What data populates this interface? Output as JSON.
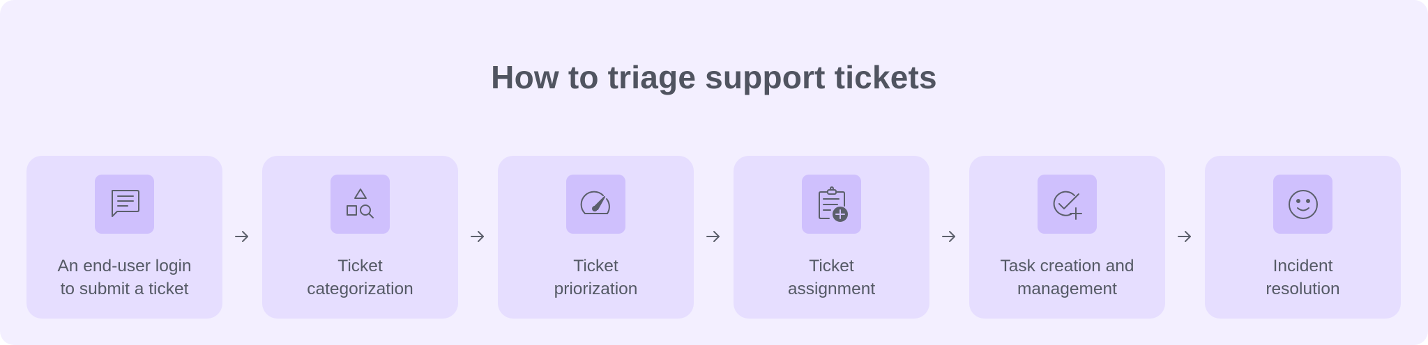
{
  "title": "How to triage support tickets",
  "steps": [
    {
      "label_line1": "An end-user login",
      "label_line2": "to submit a ticket",
      "icon": "chat-message-icon"
    },
    {
      "label_line1": "Ticket",
      "label_line2": "categorization",
      "icon": "shapes-search-icon"
    },
    {
      "label_line1": "Ticket",
      "label_line2": "priorization",
      "icon": "speedometer-icon"
    },
    {
      "label_line1": "Ticket",
      "label_line2": "assignment",
      "icon": "clipboard-add-icon"
    },
    {
      "label_line1": "Task creation and",
      "label_line2": "management",
      "icon": "check-circle-plus-icon"
    },
    {
      "label_line1": "Incident",
      "label_line2": "resolution",
      "icon": "smiley-face-icon"
    }
  ],
  "colors": {
    "background": "#f3efff",
    "card": "#e6deff",
    "icon_box": "#cfc0fd",
    "text": "#505460"
  }
}
